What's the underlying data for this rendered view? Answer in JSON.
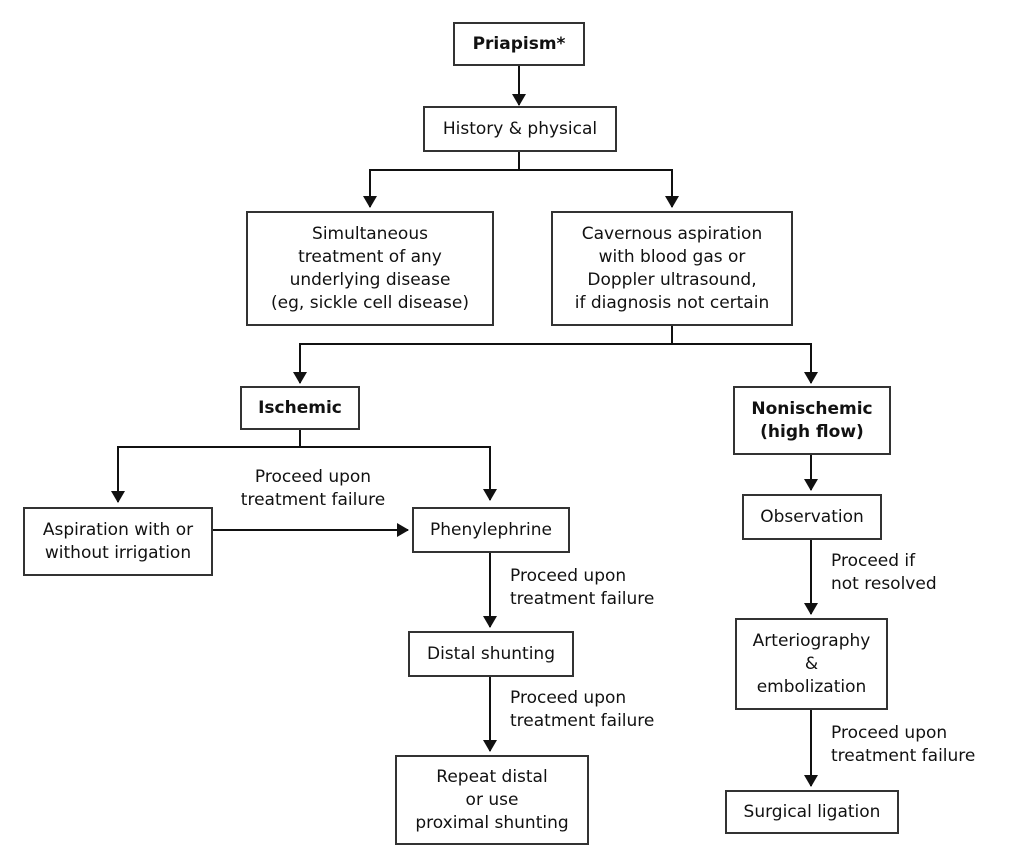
{
  "nodes": {
    "priapism": "Priapism*",
    "history": "History & physical",
    "simultaneous": "Simultaneous\ntreatment of any\nunderlying disease\n(eg, sickle cell disease)",
    "cavernous": "Cavernous aspiration\nwith blood gas or\nDoppler ultrasound,\nif diagnosis not certain",
    "ischemic": "Ischemic",
    "nonischemic": "Nonischemic\n(high flow)",
    "aspiration": "Aspiration with or\nwithout irrigation",
    "phenylephrine": "Phenylephrine",
    "distal": "Distal shunting",
    "repeat": "Repeat distal\nor use\nproximal shunting",
    "observation": "Observation",
    "arteriography": "Arteriography\n&\nembolization",
    "surgical": "Surgical ligation"
  },
  "edge_labels": {
    "aspiration_to_phenylephrine": "Proceed upon\ntreatment failure",
    "phenylephrine_to_distal": "Proceed upon\ntreatment failure",
    "distal_to_repeat": "Proceed upon\ntreatment failure",
    "observation_to_arteriography": "Proceed if\nnot resolved",
    "arteriography_to_surgical": "Proceed upon\ntreatment failure"
  }
}
